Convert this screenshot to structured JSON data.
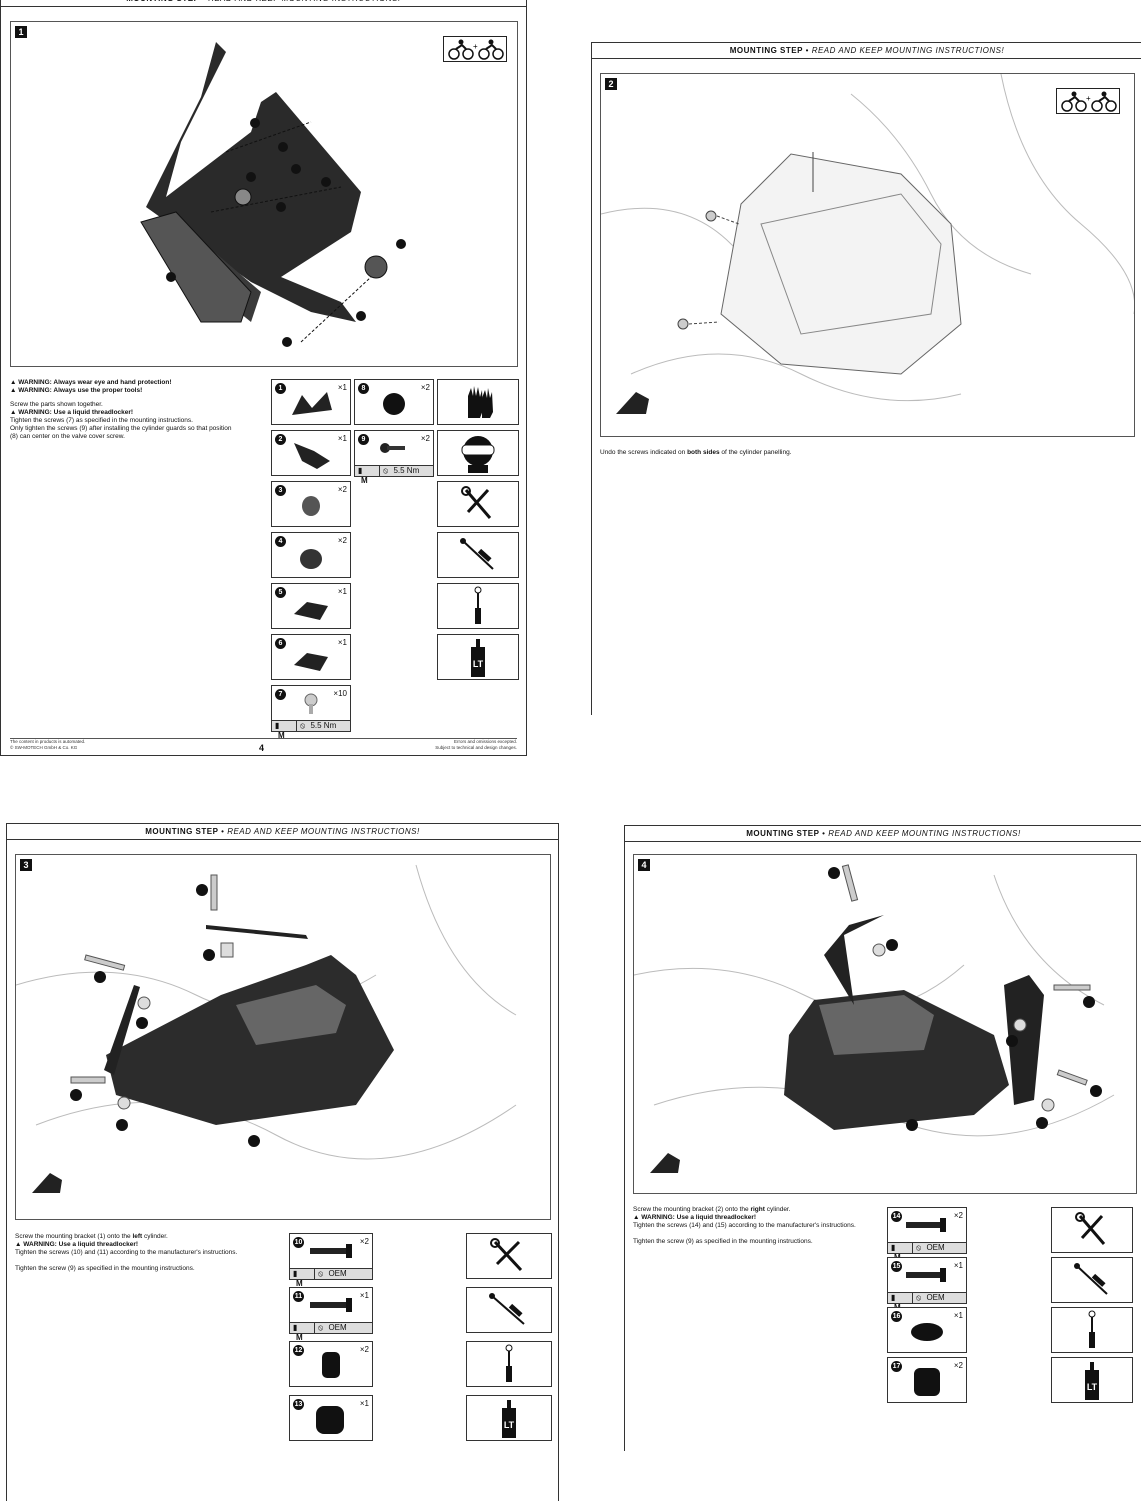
{
  "header": {
    "title": "MOUNTING STEP",
    "subtitle": "READ AND KEEP MOUNTING INSTRUCTIONS!"
  },
  "page1": {
    "step_number": "1",
    "warnings": [
      "WARNING: Always wear eye and hand protection!",
      "WARNING: Always use the proper tools!"
    ],
    "text_lines": [
      "Screw the parts shown together.",
      "WARNING: Use a liquid threadlocker!",
      "Tighten the screws (7) as specified in the mounting instructions.",
      "Only tighten the screws (9) after installing the cylinder guards so that position",
      "(8) can center on the valve cover screw."
    ],
    "parts": [
      {
        "no": "1",
        "qty": "1"
      },
      {
        "no": "2",
        "qty": "1"
      },
      {
        "no": "3",
        "qty": "2"
      },
      {
        "no": "4",
        "qty": "2"
      },
      {
        "no": "5",
        "qty": "1"
      },
      {
        "no": "6",
        "qty": "1"
      },
      {
        "no": "7",
        "qty": "10",
        "m": "M",
        "torque": "5.5 Nm"
      },
      {
        "no": "8",
        "qty": "2"
      },
      {
        "no": "9",
        "qty": "2",
        "m": "M",
        "torque": "5.5 Nm"
      }
    ],
    "tools": [
      "gloves-icon",
      "goggles-icon",
      "wrench-screwdriver-icon",
      "torque-wrench-icon",
      "hex-key-icon",
      "threadlocker-icon"
    ],
    "threadlocker_label": "LT",
    "footer_left": [
      "The content in products is automated.",
      "© SW-MOTECH GmbH & Co. KG"
    ],
    "footer_right": [
      "Errors and omissions excepted.",
      "Subject to technical and design changes."
    ],
    "page_number": "4"
  },
  "page2": {
    "step_number": "2",
    "text_before": "Undo the screws indicated on ",
    "text_bold": "both sides",
    "text_after": " of the cylinder panelling."
  },
  "page3": {
    "step_number": "3",
    "line1_before": "Screw the mounting bracket (1) onto the ",
    "line1_bold": "left",
    "line1_after": " cylinder.",
    "warning": "WARNING: Use a liquid threadlocker!",
    "line3": "Tighten the screws (10) and (11) according to the manufacturer's instructions.",
    "line4": "Tighten the screw (9) as specified in the mounting instructions.",
    "parts": [
      {
        "no": "10",
        "qty": "2",
        "m": "M",
        "torque": "OEM"
      },
      {
        "no": "11",
        "qty": "1",
        "m": "M",
        "torque": "OEM"
      },
      {
        "no": "12",
        "qty": "2"
      },
      {
        "no": "13",
        "qty": "1"
      }
    ]
  },
  "page4": {
    "step_number": "4",
    "line1_before": "Screw the mounting bracket (2) onto the ",
    "line1_bold": "right",
    "line1_after": " cylinder.",
    "warning": "WARNING: Use a liquid threadlocker!",
    "line3": "Tighten the screws (14) and (15) according to the manufacturer's instructions.",
    "line4": "Tighten the screw (9) as specified in the mounting instructions.",
    "parts": [
      {
        "no": "14",
        "qty": "2",
        "m": "M",
        "torque": "OEM"
      },
      {
        "no": "15",
        "qty": "1",
        "m": "M",
        "torque": "OEM"
      },
      {
        "no": "16",
        "qty": "1"
      },
      {
        "no": "17",
        "qty": "2"
      }
    ]
  }
}
